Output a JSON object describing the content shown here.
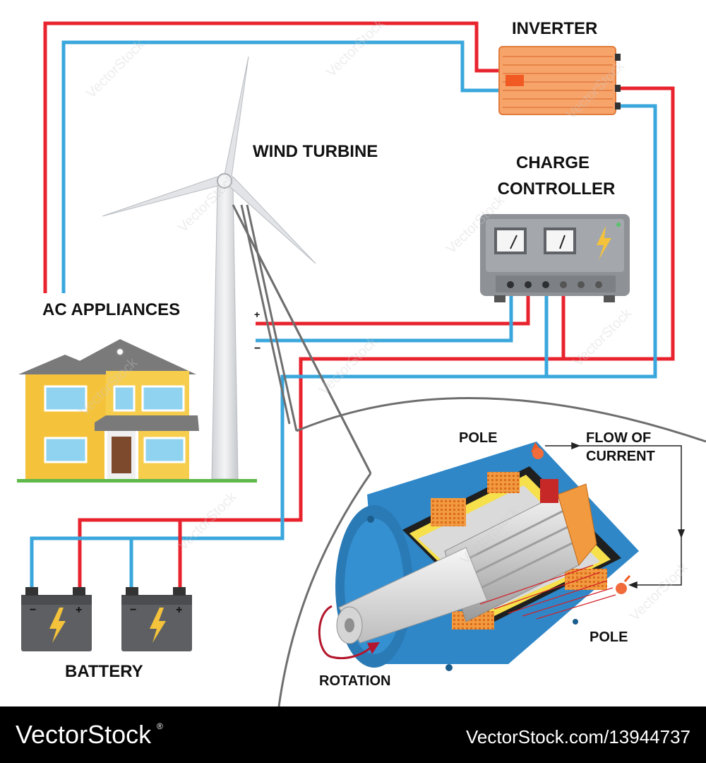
{
  "labels": {
    "inverter": "INVERTER",
    "wind_turbine": "WIND TURBINE",
    "charge_controller_line1": "CHARGE",
    "charge_controller_line2": "CONTROLLER",
    "ac_appliances": "AC APPLIANCES",
    "battery": "BATTERY",
    "pole_top": "POLE",
    "flow_line1": "FLOW OF",
    "flow_line2": "CURRENT",
    "pole_bottom": "POLE",
    "rotation": "ROTATION",
    "plus_sign": "+",
    "minus_sign": "−"
  },
  "footer": {
    "brand": "VectorStock",
    "registered_mark": "®",
    "site_id": "VectorStock.com/13944737"
  },
  "colors": {
    "positive_wire": "#e8232e",
    "negative_wire": "#3aa7dc",
    "inverter_orange": "#f7a46b",
    "controller_grey": "#8e9196",
    "house_yellow": "#f5c33b",
    "battery_grey": "#5d5f62",
    "generator_blue": "#2f87c8",
    "footer_bg": "#000000"
  },
  "watermark": "VectorStock"
}
